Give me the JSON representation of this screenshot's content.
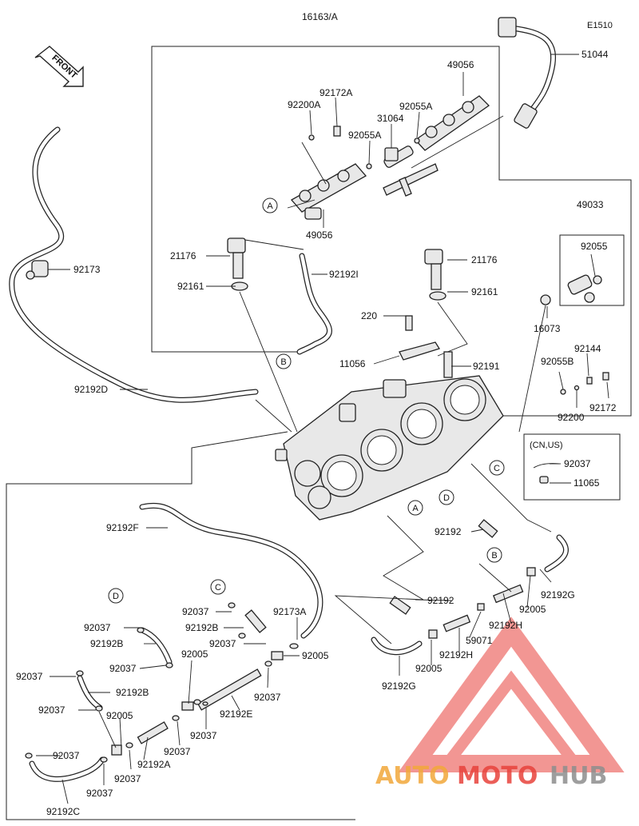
{
  "diagram_code": "E1510",
  "front_label": "FRONT",
  "variant_note": "(CN,US)",
  "callouts": [
    "A",
    "B",
    "C",
    "D"
  ],
  "parts": {
    "p16163A": "16163/A",
    "p51044": "51044",
    "p49056a": "49056",
    "p49056b": "49056",
    "p92172A": "92172A",
    "p92200A": "92200A",
    "p92055A_a": "92055A",
    "p92055A_b": "92055A",
    "p31064": "31064",
    "p21176a": "21176",
    "p21176b": "21176",
    "p92161a": "92161",
    "p92161b": "92161",
    "p92192I": "92192I",
    "p92173": "92173",
    "p49033": "49033",
    "p92055": "92055",
    "p16073": "16073",
    "p220": "220",
    "p11056": "11056",
    "p92191": "92191",
    "p92055B": "92055B",
    "p92144": "92144",
    "p92172": "92172",
    "p92200": "92200",
    "p92192D": "92192D",
    "p92037_note": "92037",
    "p11065": "11065",
    "p92192F": "92192F",
    "p92192_a": "92192",
    "p92192_b": "92192",
    "p92192G_a": "92192G",
    "p92192G_b": "92192G",
    "p92005_r": "92005",
    "p92192H_a": "92192H",
    "p92192H_b": "92192H",
    "p59071": "59071",
    "p92005_m": "92005",
    "p92037_D": "92037",
    "p92192B_a": "92192B",
    "p92037_c1": "92037",
    "p92192B_C": "92192B",
    "p92037_C2": "92037",
    "p92173A": "92173A",
    "p92005_c": "92005",
    "p92005_c2": "92005",
    "p92037_m1": "92037",
    "p92192E": "92192E",
    "p92037_m2": "92037",
    "p92037_l1": "92037",
    "p92192B_b": "92192B",
    "p92037_l2": "92037",
    "p92005_l": "92005",
    "p92037_l3": "92037",
    "p92192A": "92192A",
    "p92037_l4": "92037",
    "p92037_l5": "92037",
    "p92037_l6": "92037",
    "p92192C": "92192C",
    "p92037_l7": "92037"
  },
  "watermark": {
    "part1": "AUTO",
    "part2": "MOTO",
    "part3": "HUB",
    "color_orange": "#f2a83a",
    "color_red": "#e8423c",
    "color_grey": "#8e8e8e"
  }
}
